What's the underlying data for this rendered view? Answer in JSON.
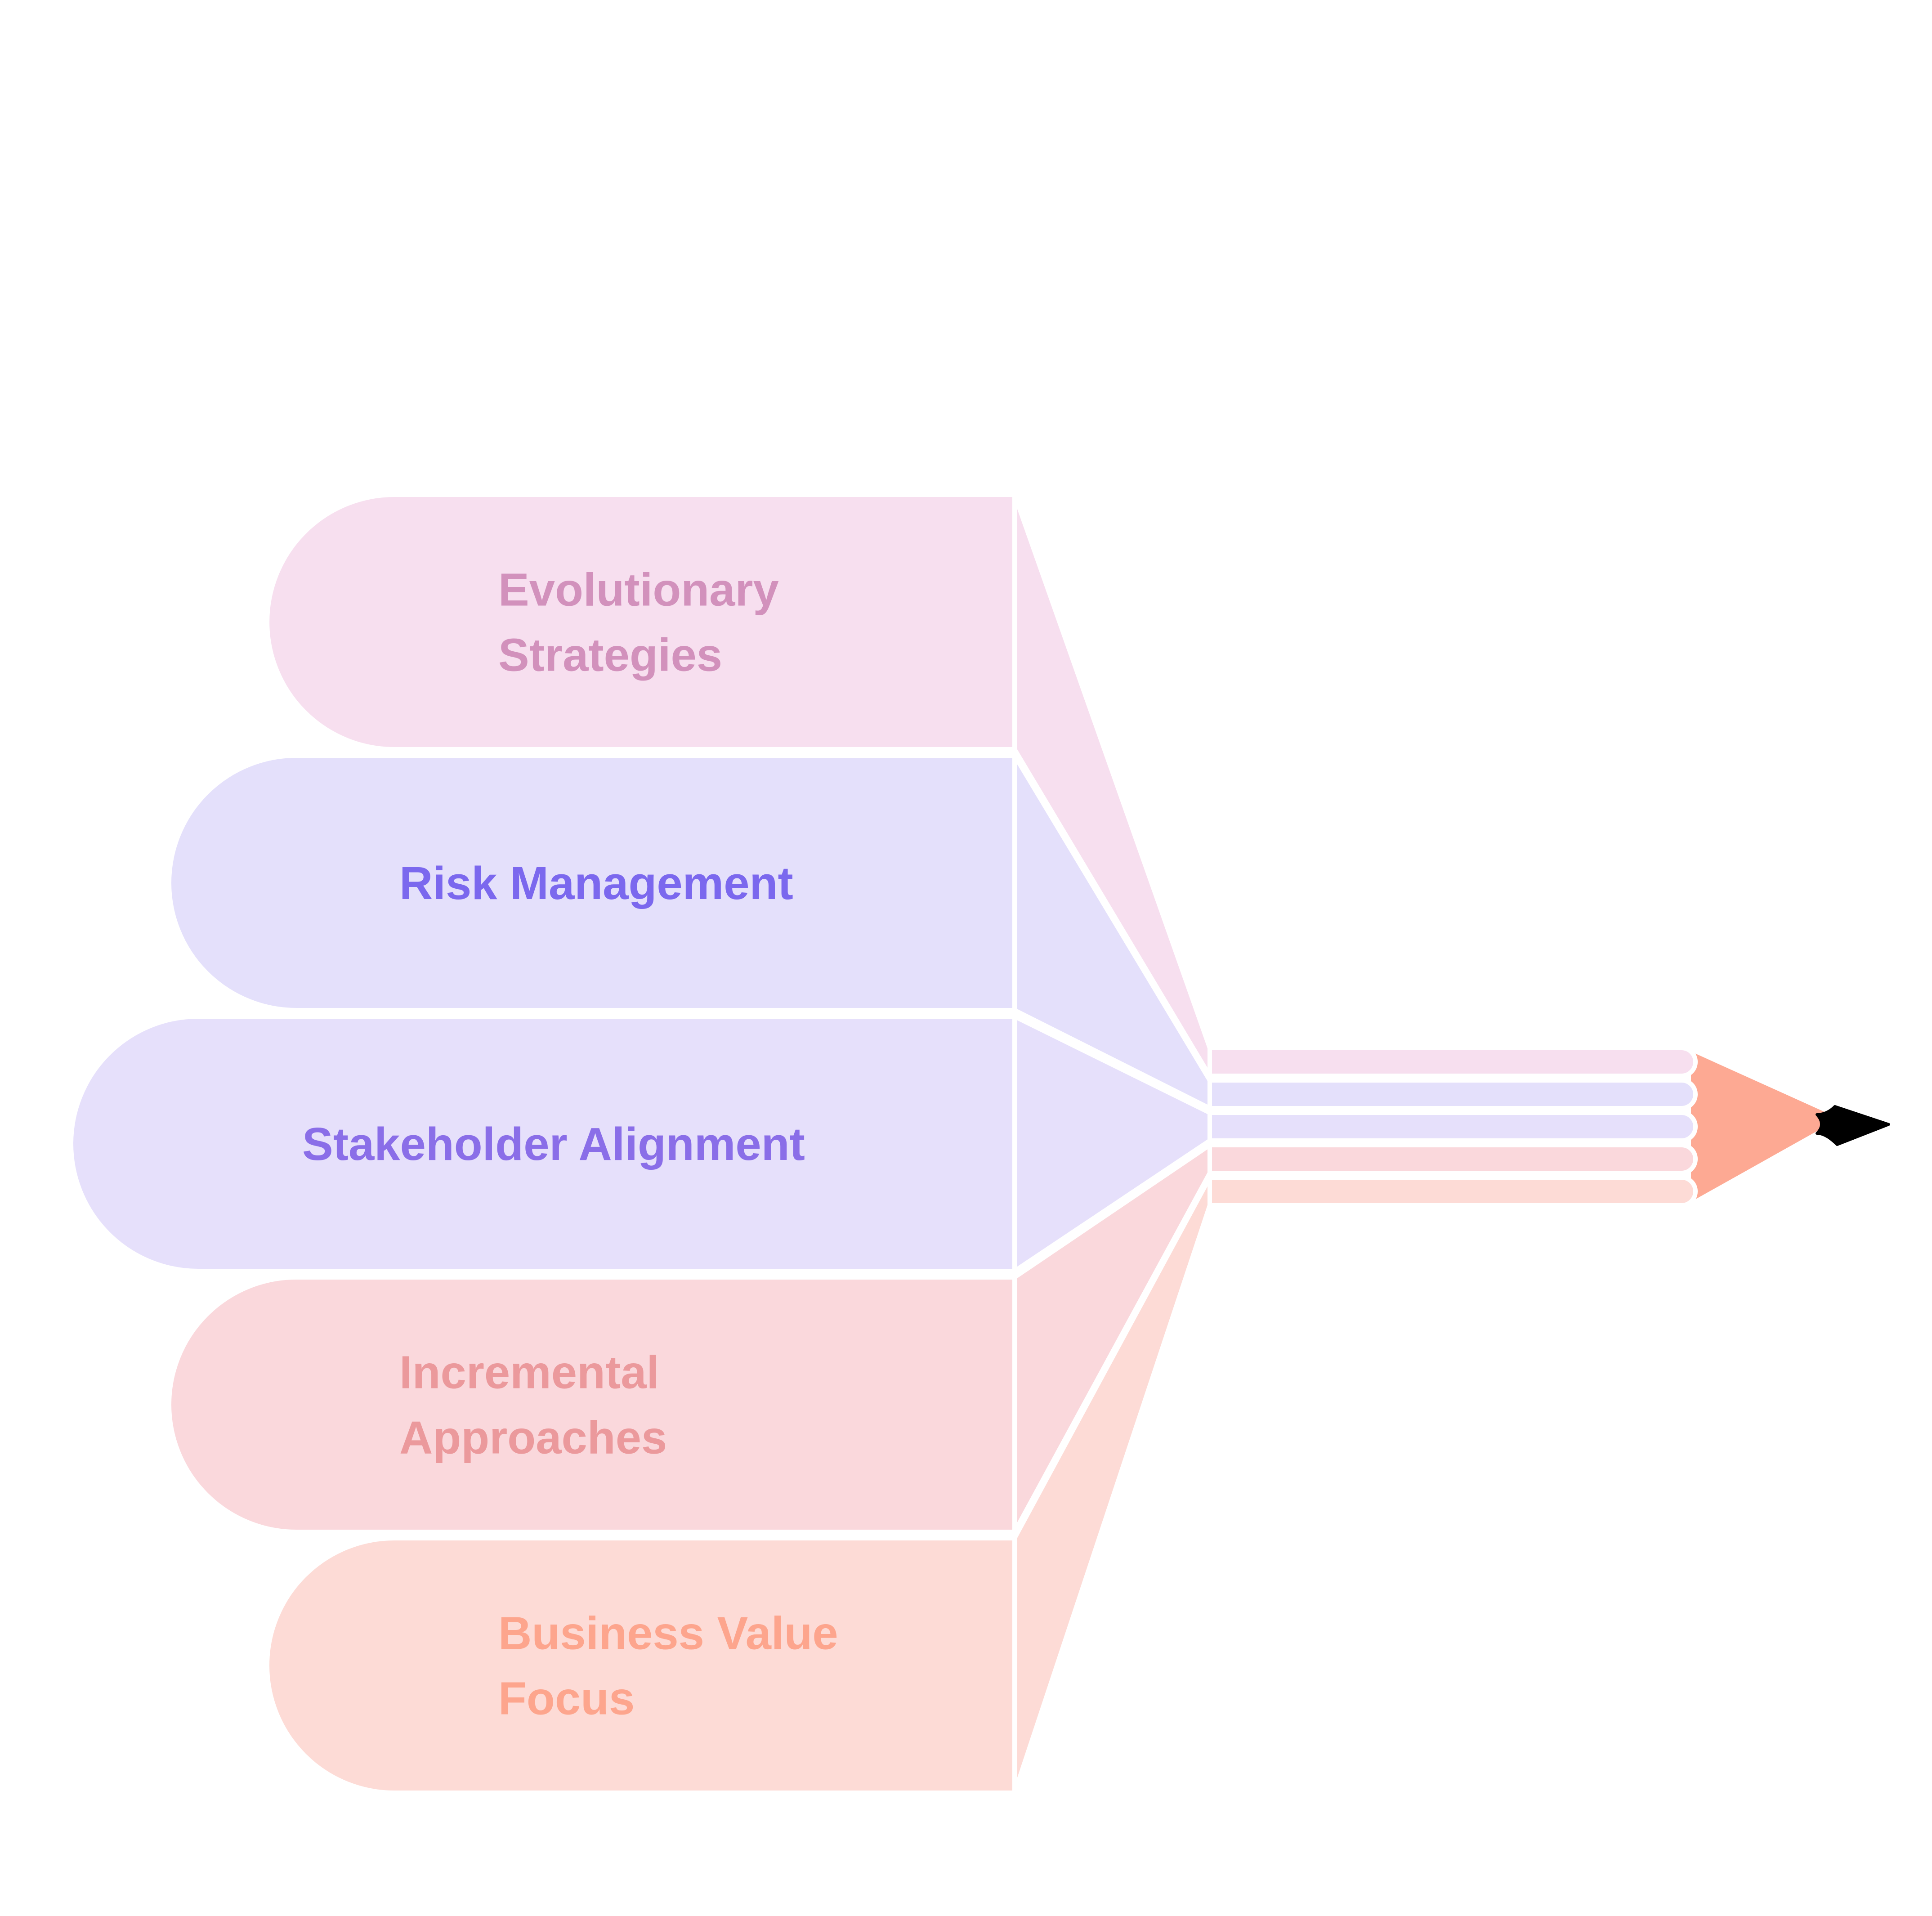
{
  "diagram": {
    "items": [
      {
        "label_lines": [
          "Evolutionary",
          "Strategies"
        ],
        "fill": "#f7dfef",
        "text_color": "#d291bc"
      },
      {
        "label_lines": [
          "Risk Management"
        ],
        "fill": "#e4e0fb",
        "text_color": "#7b68ee"
      },
      {
        "label_lines": [
          "Stakeholder Alignment"
        ],
        "fill": "#e6e0fb",
        "text_color": "#8a6ee8"
      },
      {
        "label_lines": [
          "Incremental",
          "Approaches"
        ],
        "fill": "#fad8dc",
        "text_color": "#eb999c"
      },
      {
        "label_lines": [
          "Business Value",
          "Focus"
        ],
        "fill": "#fddbd6",
        "text_color": "#fda58d"
      }
    ],
    "pencil": {
      "cone_color": "#fda993",
      "lead_color": "#000000",
      "outline_color": "#ffffff"
    }
  }
}
